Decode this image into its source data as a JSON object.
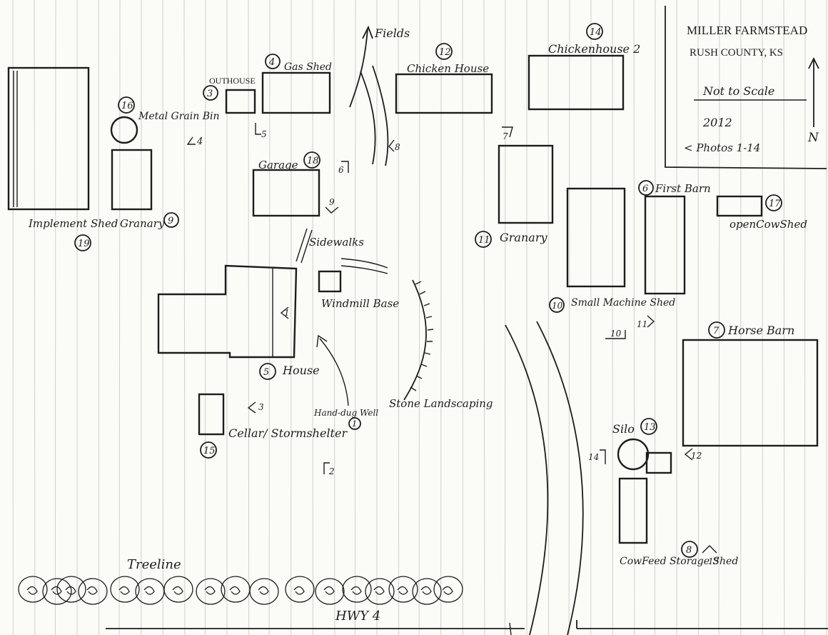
{
  "title_block": {
    "name": "MILLER FARMSTEAD",
    "county": "RUSH COUNTY, KS",
    "scale_note": "Not to Scale",
    "year": "2012",
    "photos_note": "< Photos 1-14",
    "north_label": "N"
  },
  "buildings": [
    {
      "id": "implement-shed",
      "label": "Implement Shed",
      "num": "19"
    },
    {
      "id": "metal-grain-bin",
      "label": "Metal Grain Bin",
      "num": "16"
    },
    {
      "id": "granary-west",
      "label": "Granary",
      "num": "9"
    },
    {
      "id": "outhouse",
      "label": "OUTHOUSE",
      "num": "3"
    },
    {
      "id": "gas-shed",
      "label": "Gas Shed",
      "num": "4"
    },
    {
      "id": "garage",
      "label": "Garage",
      "num": "18"
    },
    {
      "id": "chicken-house",
      "label": "Chicken House",
      "num": "12"
    },
    {
      "id": "chicken-house-2",
      "label": "Chickenhouse 2",
      "num": "14"
    },
    {
      "id": "granary-east",
      "label": "Granary",
      "num": "11"
    },
    {
      "id": "small-machine-shed",
      "label": "Small Machine Shed",
      "num": "10"
    },
    {
      "id": "first-barn",
      "label": "First Barn",
      "num": "6"
    },
    {
      "id": "open-cow-shed",
      "label": "openCowShed",
      "num": "17"
    },
    {
      "id": "house",
      "label": "House",
      "num": "5"
    },
    {
      "id": "windmill-base",
      "label": "Windmill Base"
    },
    {
      "id": "hand-dug-well",
      "label": "Hand-dug Well",
      "num": "1"
    },
    {
      "id": "cellar",
      "label": "Cellar/ Stormshelter",
      "num": "15"
    },
    {
      "id": "horse-barn",
      "label": "Horse Barn",
      "num": "7"
    },
    {
      "id": "silo",
      "label": "Silo",
      "num": "13"
    },
    {
      "id": "cowfeed-shed",
      "label": "CowFeed Storage Shed",
      "num": "8"
    }
  ],
  "features": {
    "fields": "Fields",
    "sidewalks": "Sidewalks",
    "stone_landscaping": "Stone Landscaping",
    "treeline": "Treeline",
    "highway": "HWY 4"
  },
  "photo_points": [
    "1",
    "2",
    "3",
    "4",
    "5",
    "6",
    "7",
    "8",
    "9",
    "10",
    "11",
    "12",
    "13",
    "14"
  ]
}
